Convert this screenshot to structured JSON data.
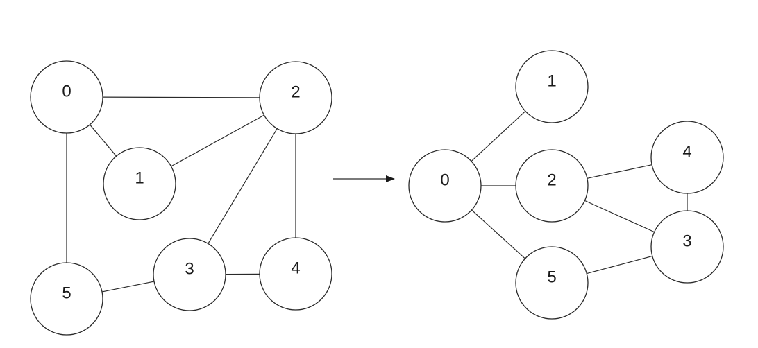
{
  "diagram": {
    "left_graph": {
      "nodes": [
        "0",
        "1",
        "2",
        "3",
        "4",
        "5"
      ],
      "edges": [
        [
          "0",
          "2"
        ],
        [
          "0",
          "1"
        ],
        [
          "1",
          "2"
        ],
        [
          "0",
          "5"
        ],
        [
          "2",
          "3"
        ],
        [
          "2",
          "4"
        ],
        [
          "3",
          "4"
        ],
        [
          "5",
          "3"
        ]
      ]
    },
    "transform_arrow": "right-arrow",
    "right_graph": {
      "nodes": [
        "0",
        "1",
        "2",
        "3",
        "4",
        "5"
      ],
      "edges": [
        [
          "0",
          "1"
        ],
        [
          "0",
          "2"
        ],
        [
          "0",
          "5"
        ],
        [
          "2",
          "4"
        ],
        [
          "2",
          "3"
        ],
        [
          "4",
          "3"
        ],
        [
          "5",
          "3"
        ]
      ]
    },
    "colors": {
      "stroke": "#2a2a2a",
      "fill": "#ffffff",
      "text": "#1a1a1a"
    }
  }
}
